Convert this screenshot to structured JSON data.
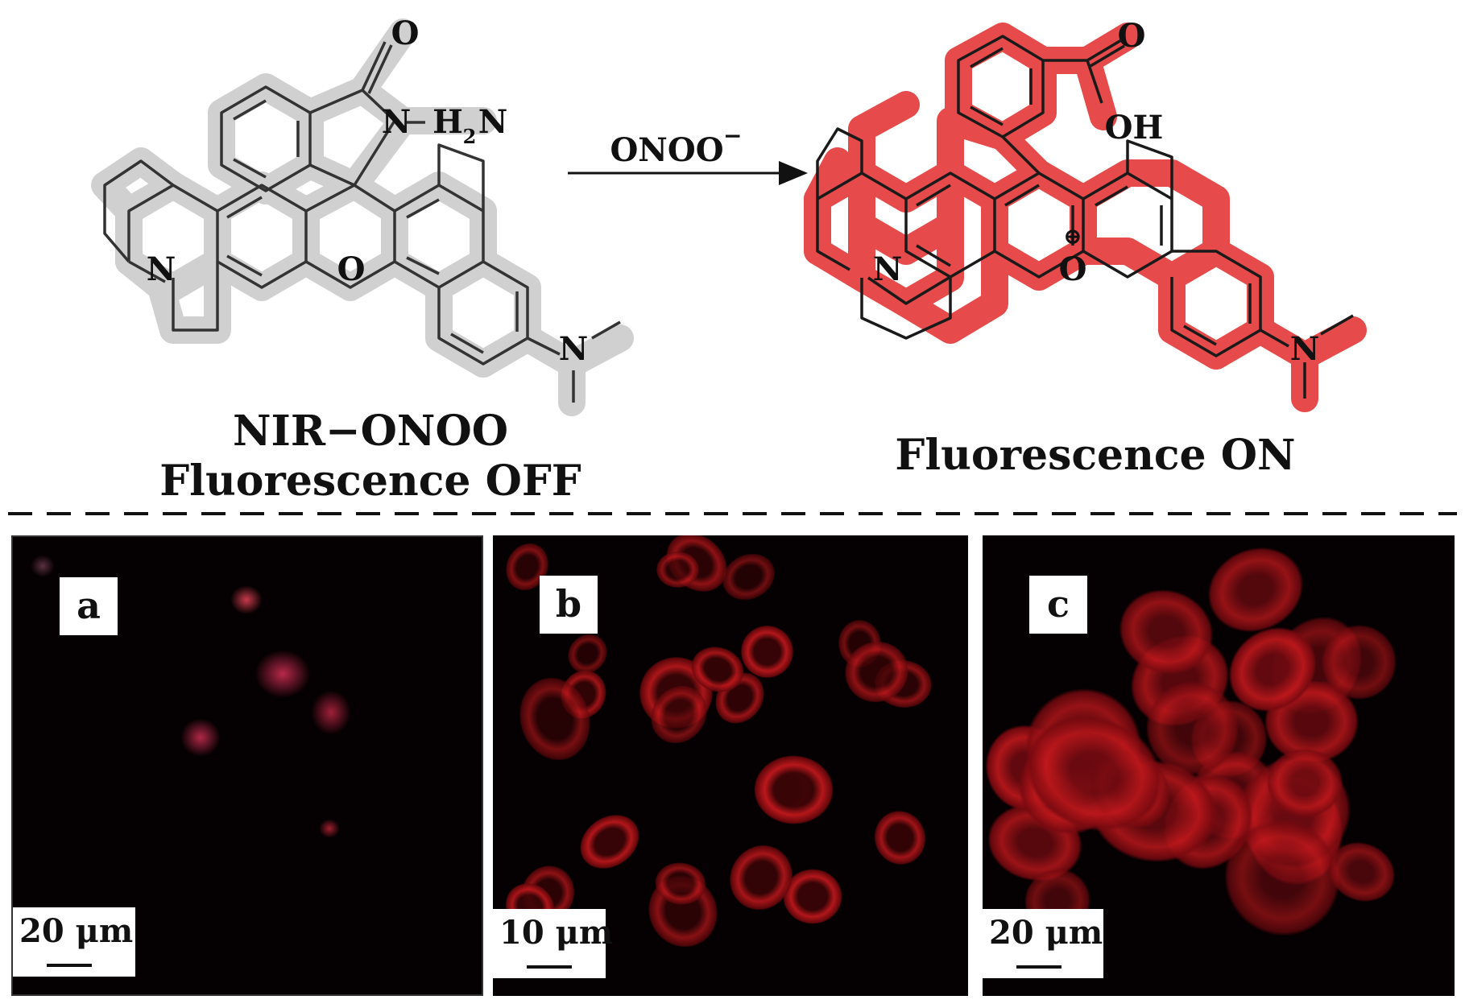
{
  "reaction": {
    "reagent": "ONOO",
    "reagent_charge": "−",
    "reactant_name": "NIR−ONOO",
    "reactant_state": "Fluorescence OFF",
    "product_state": "Fluorescence ON"
  },
  "atoms_left": {
    "carbonyl_o": "O",
    "hydrazide_n": "N",
    "nh2": "H",
    "nh2_sub": "2",
    "nh2_n": "N",
    "ring_n": "N",
    "ring_o": "O",
    "amine_n": "N"
  },
  "atoms_right": {
    "acid_o": "O",
    "acid_oh": "OH",
    "ring_n": "N",
    "ring_o": "O",
    "oxonium_charge": "⊕",
    "amine_n": "N"
  },
  "panels": [
    {
      "letter": "a",
      "scale": "20 μm"
    },
    {
      "letter": "b",
      "scale": "10 μm"
    },
    {
      "letter": "c",
      "scale": "20 μm"
    }
  ],
  "colors": {
    "off_highlight": "#c8c8c8",
    "on_highlight": "#e64a4a",
    "cell_red": "#c0181c",
    "panel_bg": "#050001"
  }
}
